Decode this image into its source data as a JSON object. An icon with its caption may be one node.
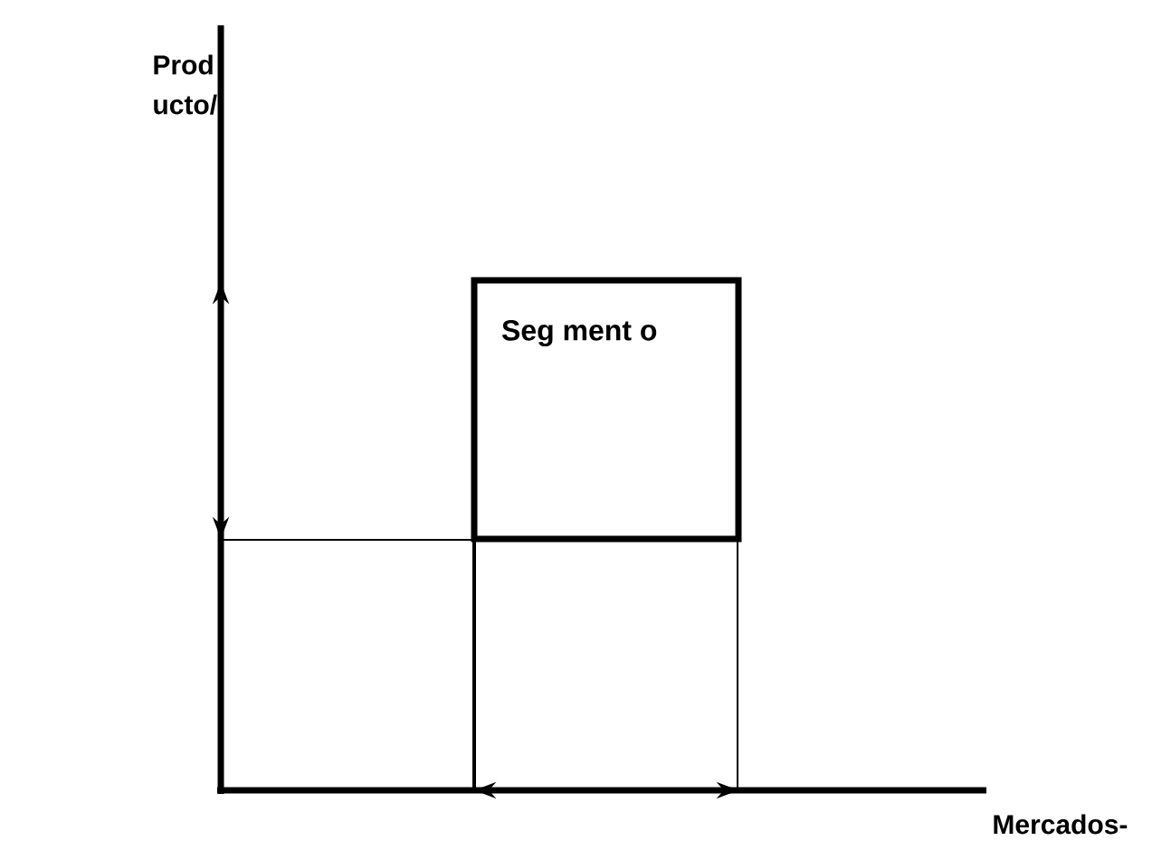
{
  "diagram": {
    "nodes": [
      {
        "text": [
          "Seg ment o"
        ]
      },
      {
        "text": [],
        "shape": "box"
      },
      {
        "text": [],
        "shape": "box"
      }
    ],
    "labels": [
      "Prod ucto/",
      "Mercados-"
    ]
  }
}
